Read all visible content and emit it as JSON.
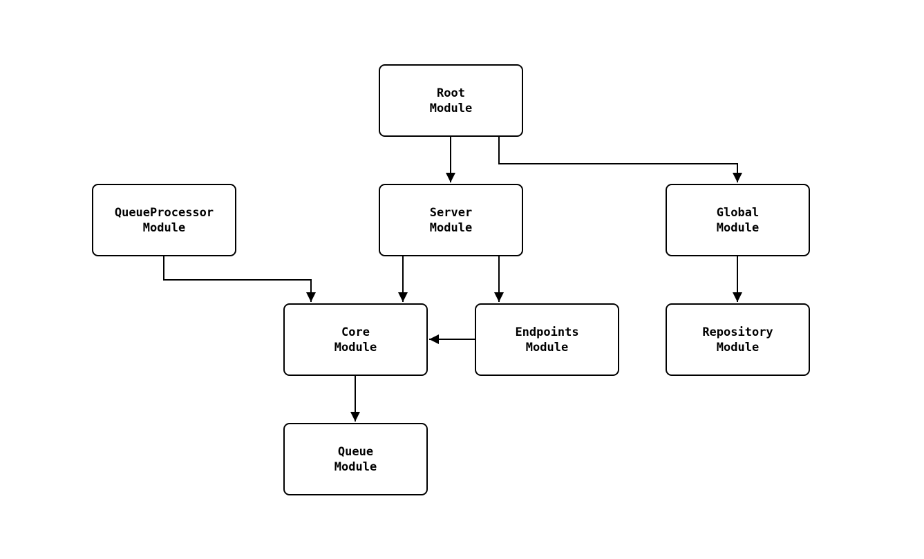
{
  "diagram": {
    "type": "module-dependency-graph",
    "colors": {
      "background": "#ffffff",
      "node_fill": "#ffffff",
      "node_border": "#000000",
      "edge_stroke": "#000000",
      "text": "#000000"
    },
    "nodes": {
      "root": {
        "label": "Root\nModule"
      },
      "queueprocessor": {
        "label": "QueueProcessor\nModule"
      },
      "server": {
        "label": "Server\nModule"
      },
      "global": {
        "label": "Global\nModule"
      },
      "core": {
        "label": "Core\nModule"
      },
      "endpoints": {
        "label": "Endpoints\nModule"
      },
      "repository": {
        "label": "Repository\nModule"
      },
      "queue": {
        "label": "Queue\nModule"
      }
    },
    "edges": [
      {
        "from": "root",
        "to": "server"
      },
      {
        "from": "root",
        "to": "global"
      },
      {
        "from": "queueprocessor",
        "to": "core"
      },
      {
        "from": "server",
        "to": "core"
      },
      {
        "from": "server",
        "to": "endpoints"
      },
      {
        "from": "endpoints",
        "to": "core"
      },
      {
        "from": "global",
        "to": "repository"
      },
      {
        "from": "core",
        "to": "queue"
      }
    ]
  }
}
